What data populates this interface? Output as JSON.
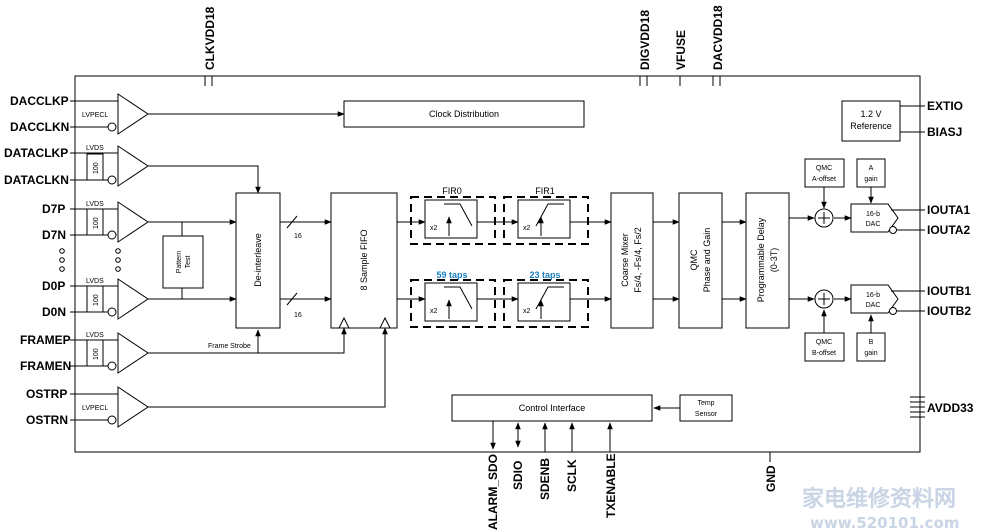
{
  "left_pins": {
    "dacclkp": "DACCLKP",
    "dacclkn": "DACCLKN",
    "dataclkp": "DATACLKP",
    "dataclkn": "DATACLKN",
    "d7p": "D7P",
    "d7n": "D7N",
    "d0p": "D0P",
    "d0n": "D0N",
    "framep": "FRAMEP",
    "framen": "FRAMEN",
    "ostrp": "OSTRP",
    "ostrn": "OSTRN"
  },
  "top_pins": {
    "clkvdd18": "CLKVDD18",
    "digvdd18": "DIGVDD18",
    "vfuse": "VFUSE",
    "dacvdd18": "DACVDD18"
  },
  "right_pins": {
    "extio": "EXTIO",
    "biasj": "BIASJ",
    "iouta1": "IOUTA1",
    "iouta2": "IOUTA2",
    "ioutb1": "IOUTB1",
    "ioutb2": "IOUTB2",
    "avdd33": "AVDD33"
  },
  "bottom_pins": {
    "alarm_sdo": "ALARM_SDO",
    "sdio": "SDIO",
    "sdenb": "SDENB",
    "sclk": "SCLK",
    "txenable": "TXENABLE",
    "gnd": "GND"
  },
  "buffers": {
    "lvpecl": "LVPECL",
    "lvds": "LVDS",
    "term": "100"
  },
  "blocks": {
    "clock_distribution": "Clock Distribution",
    "reference_l1": "1.2 V",
    "reference_l2": "Reference",
    "pattern_l1": "Pattern",
    "pattern_l2": "Test",
    "deinterleave": "De-interleave",
    "fifo": "8 Sample FIFO",
    "fir0": "FIR0",
    "fir1": "FIR1",
    "x2": "x2",
    "taps_fir0": "59 taps",
    "taps_fir1": "23 taps",
    "coarse_l1": "Coarse Mixer",
    "coarse_l2": "Fs/4, -Fs/4, Fs/2",
    "qmc_l1": "QMC",
    "qmc_l2": "Phase and Gain",
    "delay_l1": "Programmable Delay",
    "delay_l2": "(0-3T)",
    "qmc_a_l1": "QMC",
    "qmc_a_l2": "A-offset",
    "qmc_b_l1": "QMC",
    "qmc_b_l2": "B-offset",
    "a_gain_l1": "A",
    "a_gain_l2": "gain",
    "b_gain_l1": "B",
    "b_gain_l2": "gain",
    "dac_l1": "16-b",
    "dac_l2": "DAC",
    "control_interface": "Control Interface",
    "temp_l1": "Temp",
    "temp_l2": "Sensor",
    "bus_width": "16",
    "frame_strobe": "Frame Strobe"
  },
  "watermark": {
    "cn": "家电维修资料网",
    "url": "www.520101.com"
  }
}
